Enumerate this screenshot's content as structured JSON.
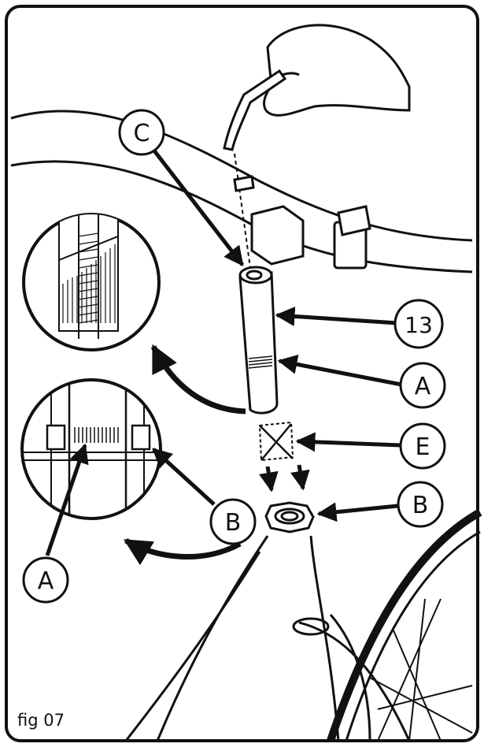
{
  "figure": {
    "label": "fig 07"
  },
  "callouts": {
    "c_top": "C",
    "n_13": "13",
    "a_right": "A",
    "e_right": "E",
    "b_right": "B",
    "b_inset": "B",
    "a_inset": "A"
  },
  "colors": {
    "ink": "#111111",
    "paper": "#ffffff"
  }
}
